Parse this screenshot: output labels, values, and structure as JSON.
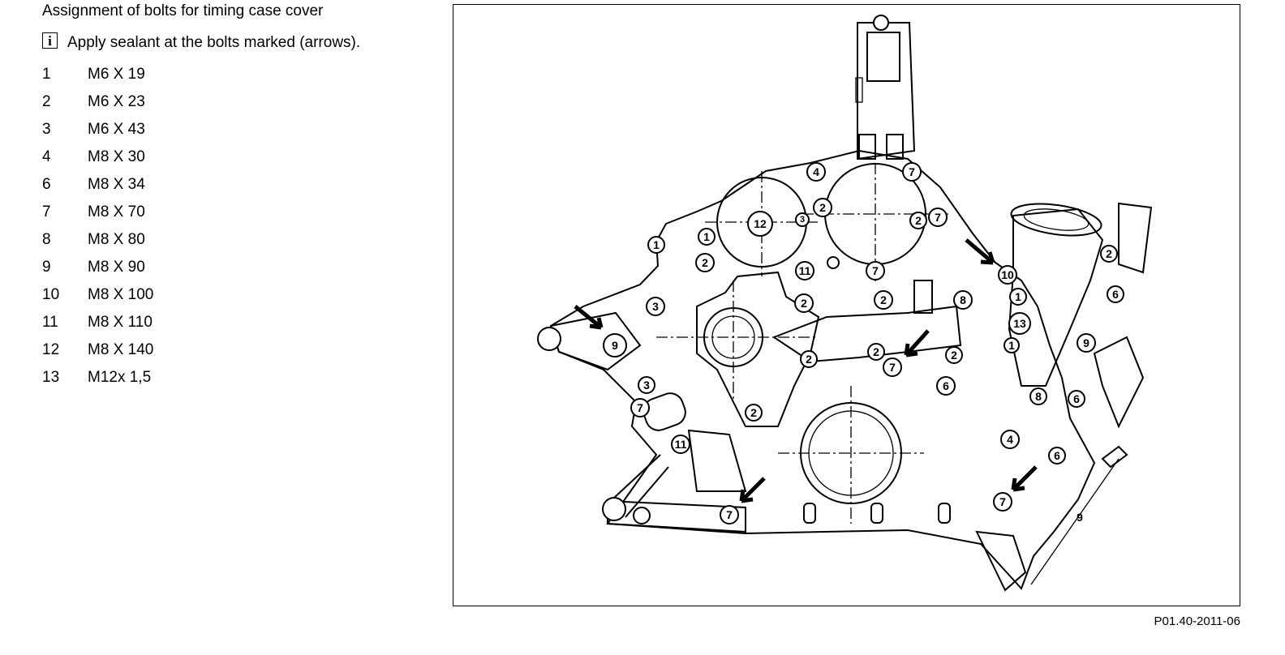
{
  "doc": {
    "title": "Assignment of bolts for timing case cover",
    "note_icon": "info-icon",
    "note": "Apply sealant at the bolts marked (arrows).",
    "bolts": [
      {
        "num": "1",
        "size": "M6 X 19"
      },
      {
        "num": "2",
        "size": "M6 X 23"
      },
      {
        "num": "3",
        "size": "M6 X 43"
      },
      {
        "num": "4",
        "size": "M8 X 30"
      },
      {
        "num": "6",
        "size": "M8 X 34"
      },
      {
        "num": "7",
        "size": "M8 X 70"
      },
      {
        "num": "8",
        "size": "M8 X 80"
      },
      {
        "num": "9",
        "size": "M8 X 90"
      },
      {
        "num": "10",
        "size": "M8 X 100"
      },
      {
        "num": "11",
        "size": "M8 X 110"
      },
      {
        "num": "12",
        "size": "M8 X 140"
      },
      {
        "num": "13",
        "size": "M12x 1,5"
      }
    ],
    "figure_ref": "P01.40-2011-06",
    "dimension_label": "9"
  }
}
